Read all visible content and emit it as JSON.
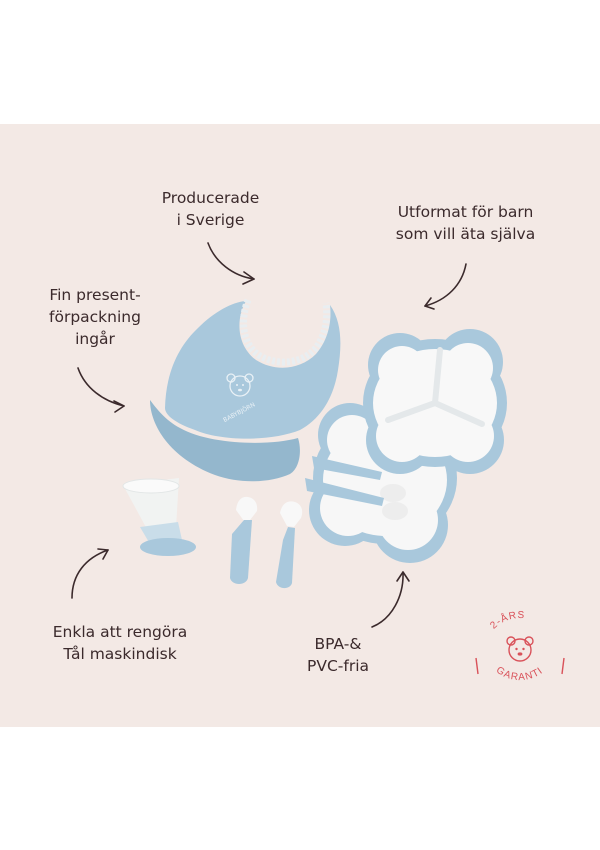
{
  "callouts": {
    "producerade": "Producerade\ni Sverige",
    "utformat": "Utformat för barn\nsom vill äta själva",
    "present": "Fin present-\nförpackning\ningår",
    "enkla": "Enkla att rengöra\nTål maskindisk",
    "bpa": "BPA-&\nPVC-fria"
  },
  "badge": {
    "top": "2-ÅRS",
    "bottom": "GARANTI",
    "color": "#d9525a"
  },
  "brand_mark": "BABYBJÖRN",
  "colors": {
    "background": "#f3e9e5",
    "product_blue": "#a9c8dc",
    "text": "#3b2a2c"
  },
  "icons": [
    "bear-icon",
    "arrow-icon"
  ]
}
